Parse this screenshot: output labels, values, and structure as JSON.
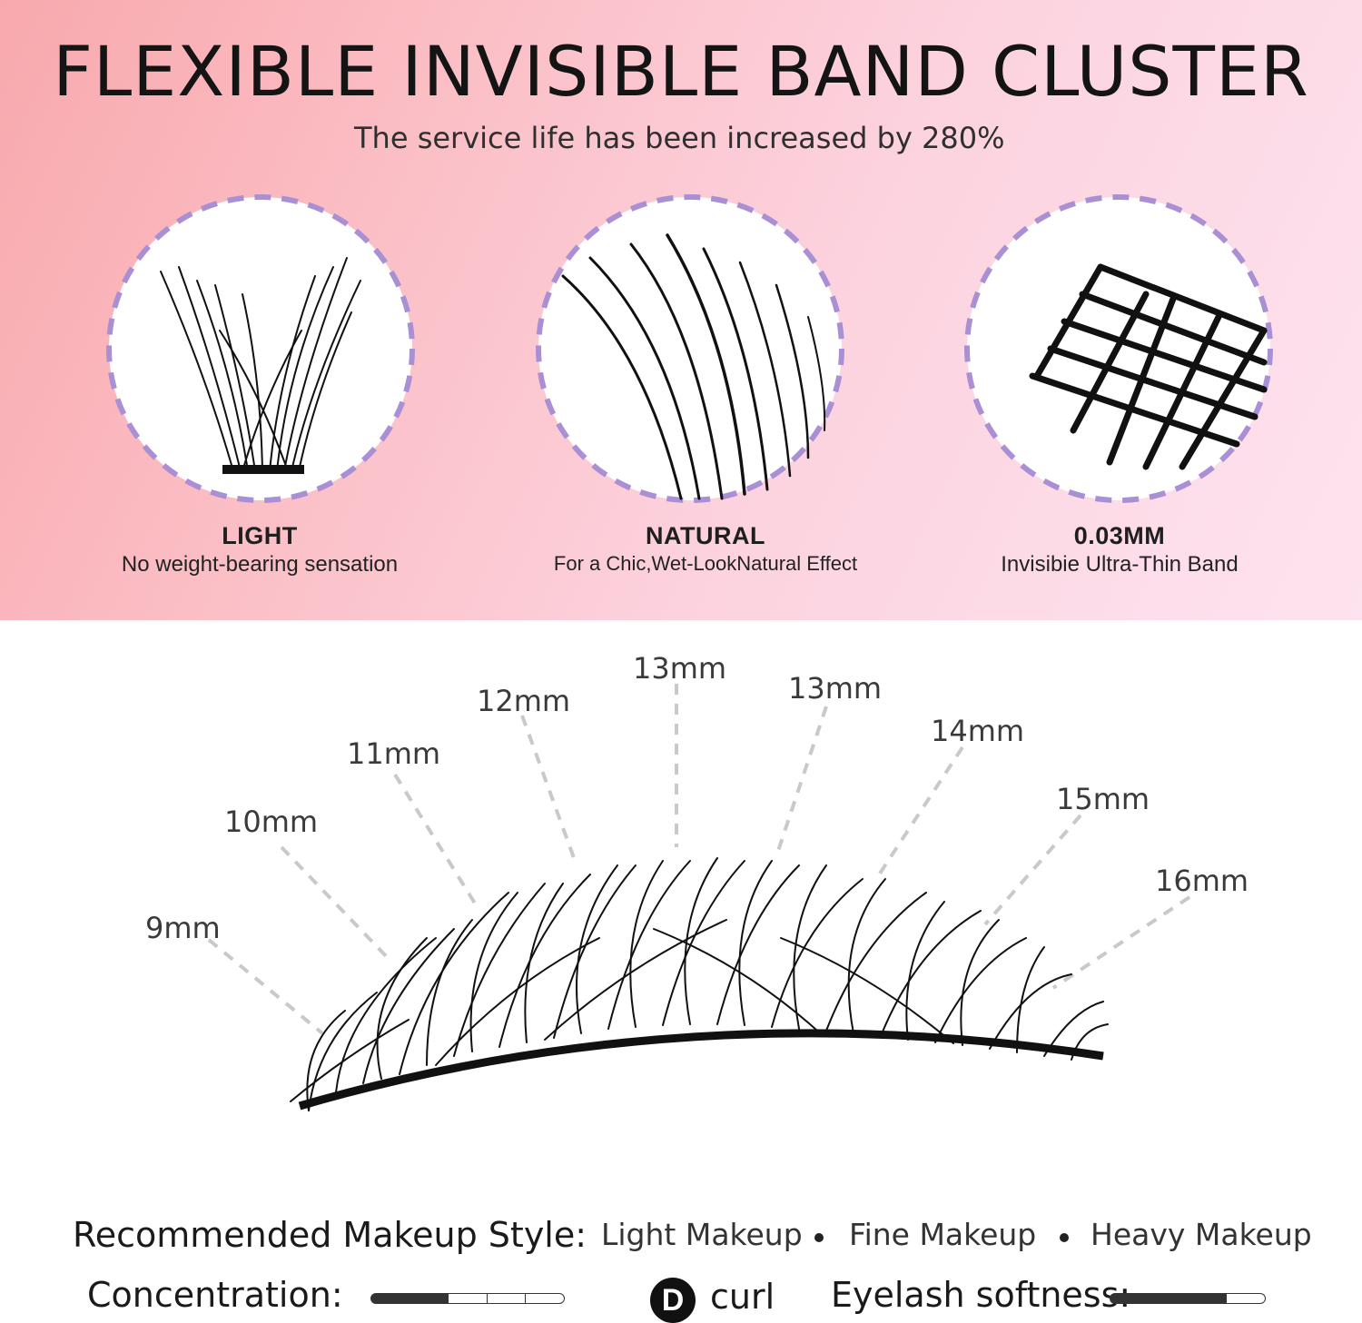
{
  "hero": {
    "title": "FLEXIBLE INVISIBLE BAND CLUSTER",
    "subtitle": "The service life has been increased by 280%",
    "background_colors": [
      "#f8a9ad",
      "#fde3ef"
    ],
    "features": [
      {
        "heading": "LIGHT",
        "description": "No weight-bearing sensation"
      },
      {
        "heading": "NATURAL",
        "description": "For a Chic,Wet-LookNatural Effect"
      },
      {
        "heading": "0.03MM",
        "description": "Invisibie Ultra-Thin Band"
      }
    ],
    "dash_ring_color": "#a98fd4"
  },
  "lash_lengths": [
    "9mm",
    "10mm",
    "11mm",
    "12mm",
    "13mm",
    "13mm",
    "14mm",
    "15mm",
    "16mm"
  ],
  "makeup": {
    "label": "Recommended Makeup Style:",
    "options": [
      "Light Makeup",
      "Fine Makeup",
      "Heavy Makeup"
    ]
  },
  "specs": {
    "concentration_label": "Concentration:",
    "concentration_level": 2,
    "concentration_max": 5,
    "curl_letter": "D",
    "curl_word": "curl",
    "softness_label": "Eyelash softness:",
    "softness_level": 3,
    "softness_max": 4
  }
}
